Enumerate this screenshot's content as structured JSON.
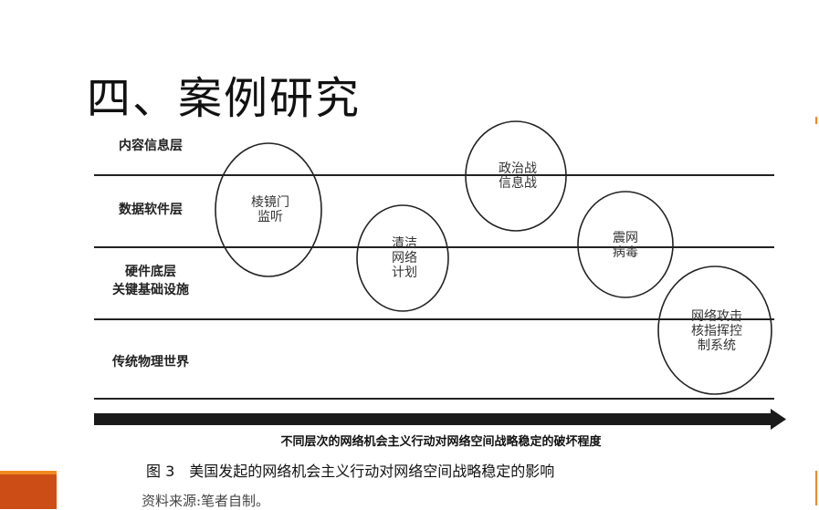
{
  "title": "四、案例研究",
  "layers": [
    "内容信息层",
    "数据软件层",
    "硬件底层\n关键基础设施",
    "传统物理世界"
  ],
  "cases": [
    {
      "lines": [
        "棱镜门",
        "监听"
      ]
    },
    {
      "lines": [
        "清洁",
        "网络",
        "计划"
      ]
    },
    {
      "lines": [
        "政治战",
        "信息战"
      ]
    },
    {
      "lines": [
        "震网",
        "病毒"
      ]
    },
    {
      "lines": [
        "网络攻击",
        "核指挥控",
        "制系统"
      ]
    }
  ],
  "axis_label": "不同层次的网络机会主义行动对网络空间战略稳定的破坏程度",
  "caption": "图 3　美国发起的网络机会主义行动对网络空间战略稳定的影响",
  "source": "资料来源:笔者自制。",
  "colors": {
    "accent": "#cc4e16",
    "accent_light": "#f08a20"
  }
}
